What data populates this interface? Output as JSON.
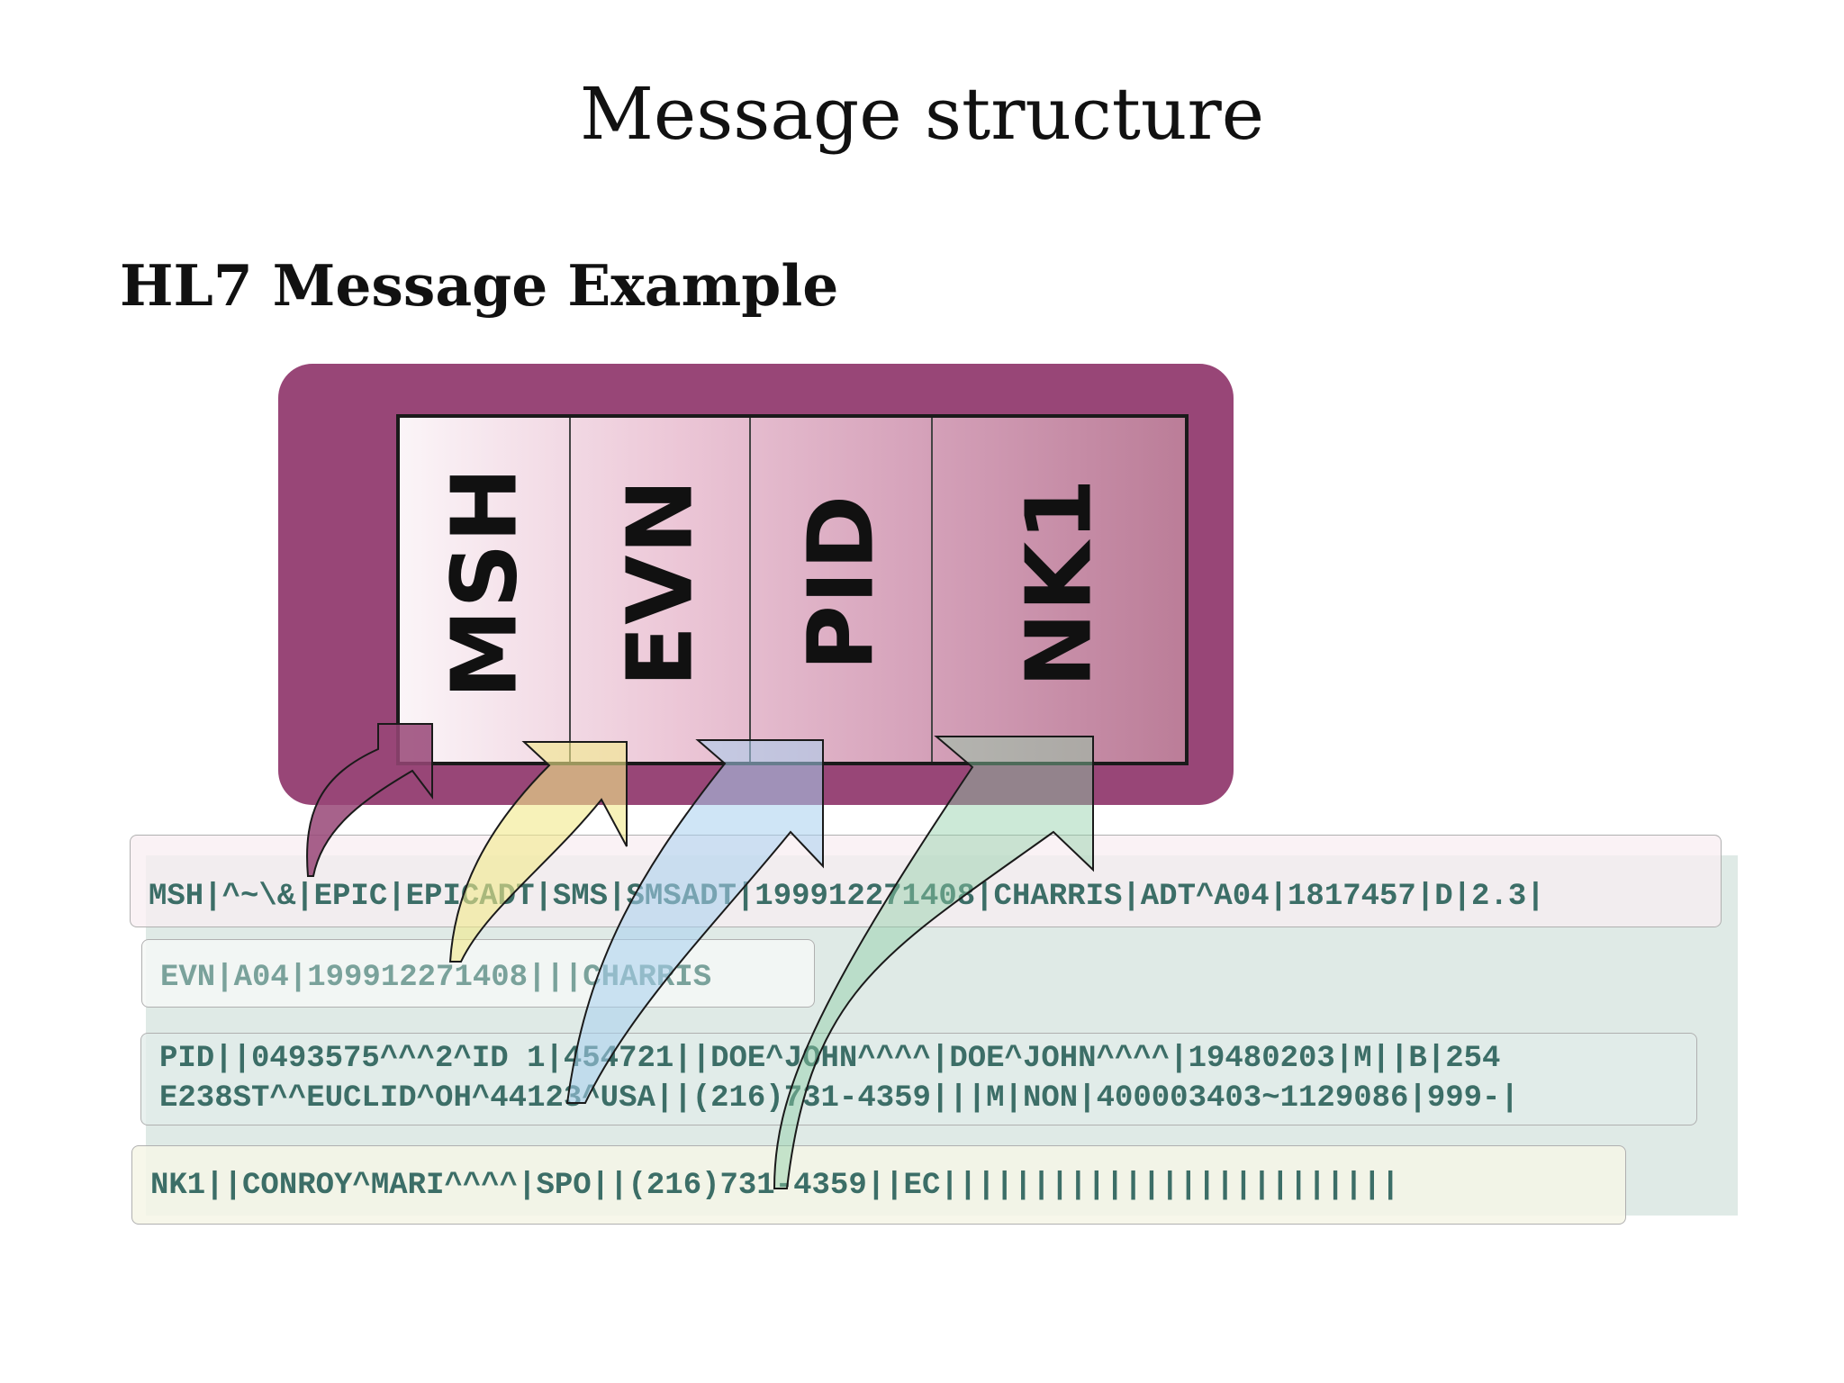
{
  "slide": {
    "title": "Message structure",
    "subtitle": "HL7 Message Example"
  },
  "segments": [
    "MSH",
    "EVN",
    "PID",
    "NK1"
  ],
  "segment_colors": {
    "outer": "#984677",
    "arrow_msh": "#984677",
    "arrow_evn": "#f1e98a",
    "arrow_pid": "#a8cfee",
    "arrow_nk1": "#8dcfa6"
  },
  "messages": {
    "msh": "MSH|^~\\&|EPIC|EPICADT|SMS|SMSADT|199912271408|CHARRIS|ADT^A04|1817457|D|2.3|",
    "evn": "EVN|A04|199912271408|||CHARRIS",
    "pid_line1": "PID||0493575^^^2^ID 1|454721||DOE^JOHN^^^^|DOE^JOHN^^^^|19480203|M||B|254",
    "pid_line2": "E238ST^^EUCLID^OH^44123^USA||(216)731-4359|||M|NON|400003403~1129086|999-|",
    "nk1": "NK1||CONROY^MARI^^^^|SPO||(216)731-4359||EC|||||||||||||||||||||||||"
  }
}
